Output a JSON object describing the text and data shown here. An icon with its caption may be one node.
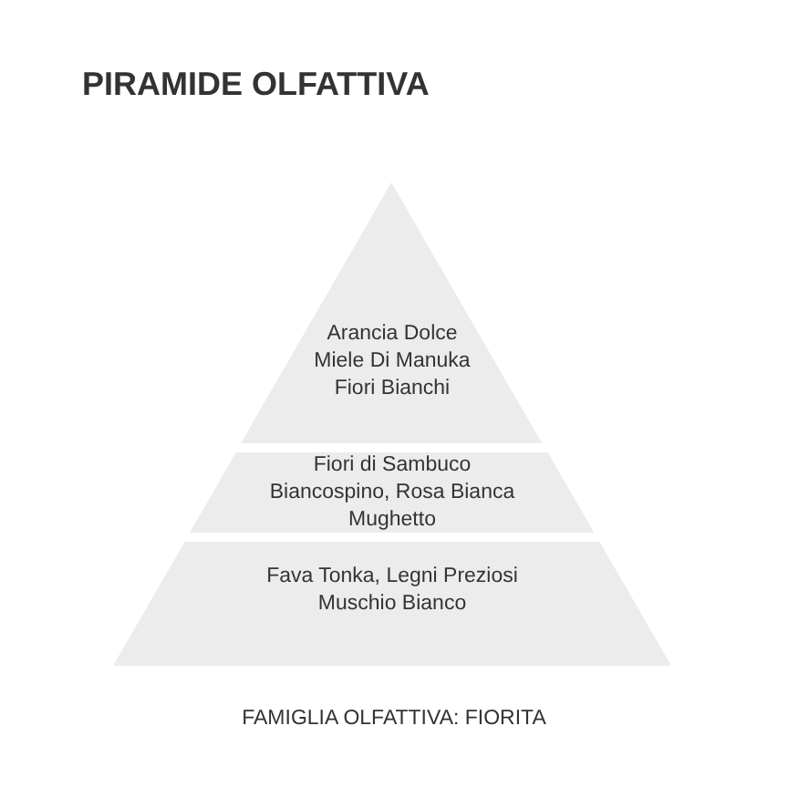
{
  "diagram": {
    "title": "PIRAMIDE OLFATTIVA",
    "caption": "FAMIGLIA OLFATTIVA: FIORITA",
    "nodes": [
      {
        "text": [
          "Arancia Dolce",
          "Miele Di Manuka",
          "Fiori Bianchi"
        ]
      },
      {
        "text": [
          "Fiori di Sambuco",
          "Biancospino, Rosa Bianca",
          "Mughetto"
        ]
      },
      {
        "text": [
          "Fava Tonka, Legni Preziosi",
          "Muschio Bianco"
        ]
      }
    ]
  }
}
